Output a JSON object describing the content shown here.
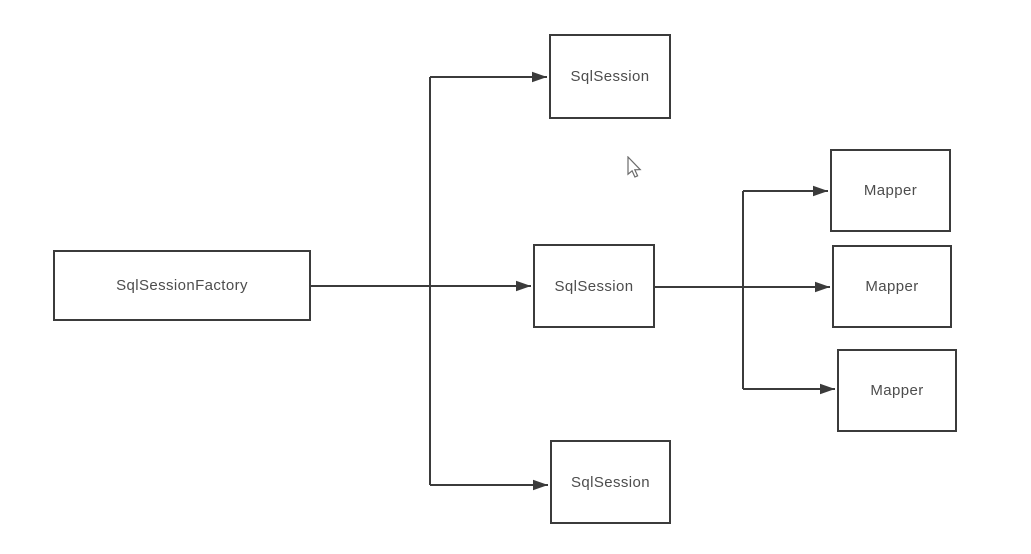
{
  "diagram": {
    "nodes": {
      "factory": {
        "label": "SqlSessionFactory"
      },
      "session_top": {
        "label": "SqlSession"
      },
      "session_middle": {
        "label": "SqlSession"
      },
      "session_bottom": {
        "label": "SqlSession"
      },
      "mapper_top": {
        "label": "Mapper"
      },
      "mapper_middle": {
        "label": "Mapper"
      },
      "mapper_bottom": {
        "label": "Mapper"
      }
    },
    "edges": [
      {
        "from": "factory",
        "to": "session_top"
      },
      {
        "from": "factory",
        "to": "session_middle"
      },
      {
        "from": "factory",
        "to": "session_bottom"
      },
      {
        "from": "session_middle",
        "to": "mapper_top"
      },
      {
        "from": "session_middle",
        "to": "mapper_middle"
      },
      {
        "from": "session_middle",
        "to": "mapper_bottom"
      }
    ],
    "colors": {
      "line": "#3b3b3b",
      "text": "#4d4d4d",
      "background": "#ffffff"
    },
    "cursor": {
      "type": "arrow-pointer"
    }
  }
}
